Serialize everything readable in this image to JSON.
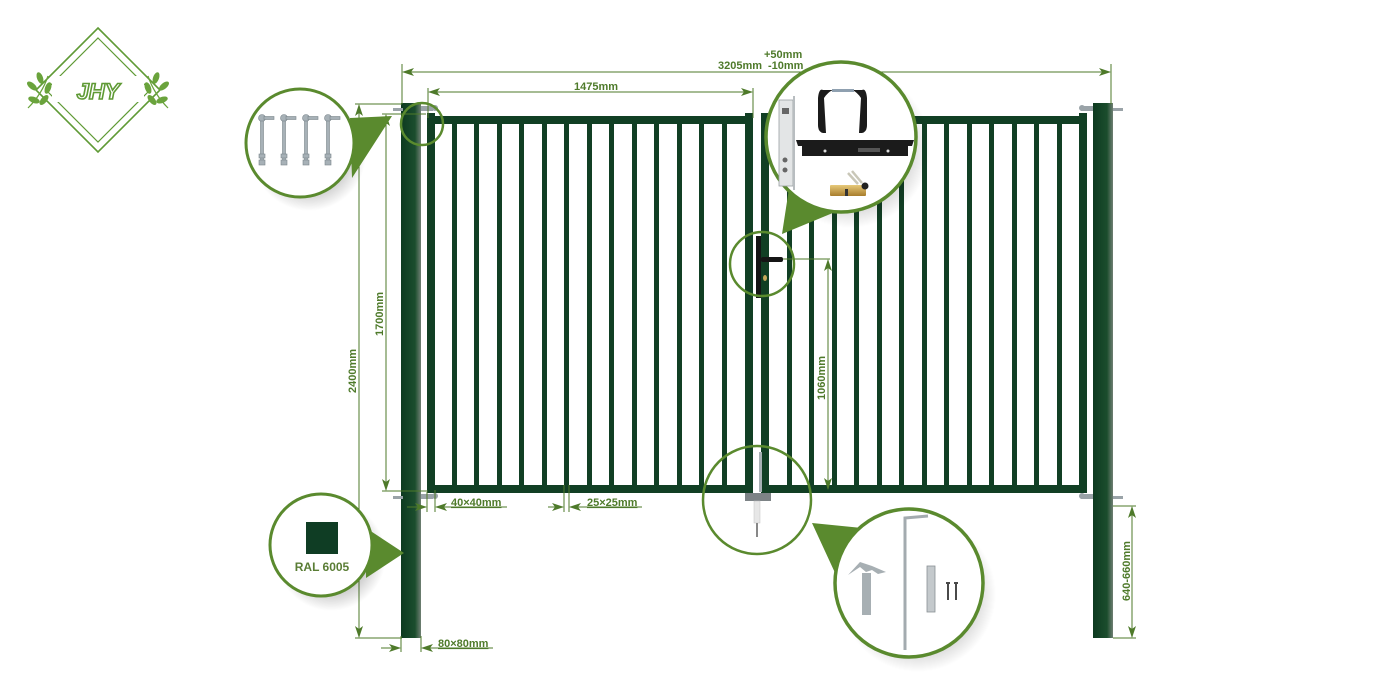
{
  "brand": {
    "logo_text": "JHY",
    "logo_color": "#5f9a35"
  },
  "colors": {
    "gate_green": "#113f24",
    "dimension_green": "#4e7a2a",
    "callout_ring": "#5a8a2e",
    "ral_swatch": "#0f3d24"
  },
  "dimensions": {
    "overall_width": "3205mm",
    "overall_tolerance_plus": "+50mm",
    "overall_tolerance_minus": "-10mm",
    "leaf_width": "1475mm",
    "post_height": "2400mm",
    "gate_height": "1700mm",
    "handle_height": "1060mm",
    "frame_profile": "40×40mm",
    "bar_profile": "25×25mm",
    "post_profile": "80×80mm",
    "post_embed": "640-660mm"
  },
  "callouts": {
    "hinges": {
      "label": "hinge-bolts",
      "count": 4
    },
    "lock": {
      "label": "lock-set",
      "parts": [
        "mortise lock",
        "lever handles",
        "escutcheon plate",
        "cylinder with keys"
      ]
    },
    "ground_stop": {
      "label": "ground-stop-and-drop-bolt",
      "parts": [
        "ground stop",
        "drop bolt",
        "bolt guide",
        "screws"
      ]
    },
    "color": {
      "swatch_label": "RAL 6005"
    }
  }
}
